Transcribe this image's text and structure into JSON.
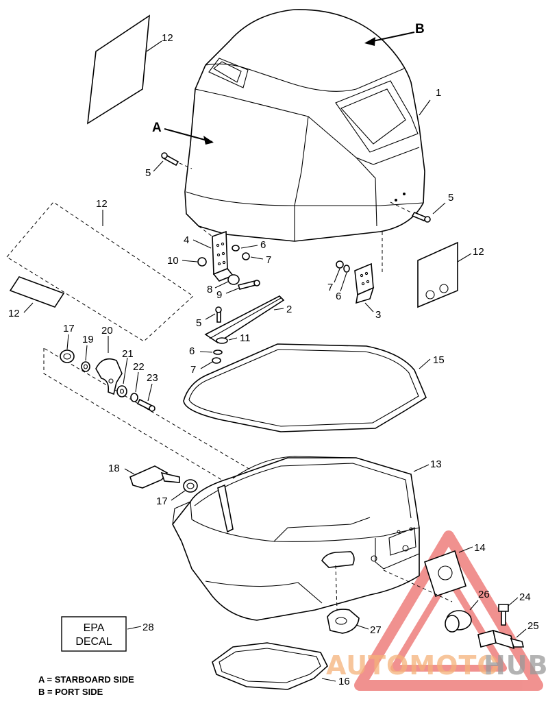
{
  "callouts": [
    {
      "label": "1"
    },
    {
      "label": "2"
    },
    {
      "label": "3"
    },
    {
      "label": "4"
    },
    {
      "label": "5"
    },
    {
      "label": "5"
    },
    {
      "label": "5"
    },
    {
      "label": "6"
    },
    {
      "label": "6"
    },
    {
      "label": "6"
    },
    {
      "label": "7"
    },
    {
      "label": "7"
    },
    {
      "label": "7"
    },
    {
      "label": "8"
    },
    {
      "label": "9"
    },
    {
      "label": "10"
    },
    {
      "label": "11"
    },
    {
      "label": "12"
    },
    {
      "label": "12"
    },
    {
      "label": "12"
    },
    {
      "label": "12"
    },
    {
      "label": "13"
    },
    {
      "label": "14"
    },
    {
      "label": "15"
    },
    {
      "label": "16"
    },
    {
      "label": "17"
    },
    {
      "label": "17"
    },
    {
      "label": "18"
    },
    {
      "label": "19"
    },
    {
      "label": "20"
    },
    {
      "label": "21"
    },
    {
      "label": "22"
    },
    {
      "label": "23"
    },
    {
      "label": "24"
    },
    {
      "label": "25"
    },
    {
      "label": "26"
    },
    {
      "label": "27"
    },
    {
      "label": "28"
    }
  ],
  "side_markers": {
    "a": "A",
    "b": "B"
  },
  "epa_decal": {
    "line1": "EPA",
    "line2": "DECAL"
  },
  "legend": {
    "line_a": "A = STARBOARD SIDE",
    "line_b": "B = PORT SIDE"
  },
  "watermark": {
    "part1": "AUTOMOTO",
    "part2": "HUB",
    "color1": "#f5b27a",
    "color2": "#9a9a9a",
    "triangle_color": "#e53935"
  }
}
